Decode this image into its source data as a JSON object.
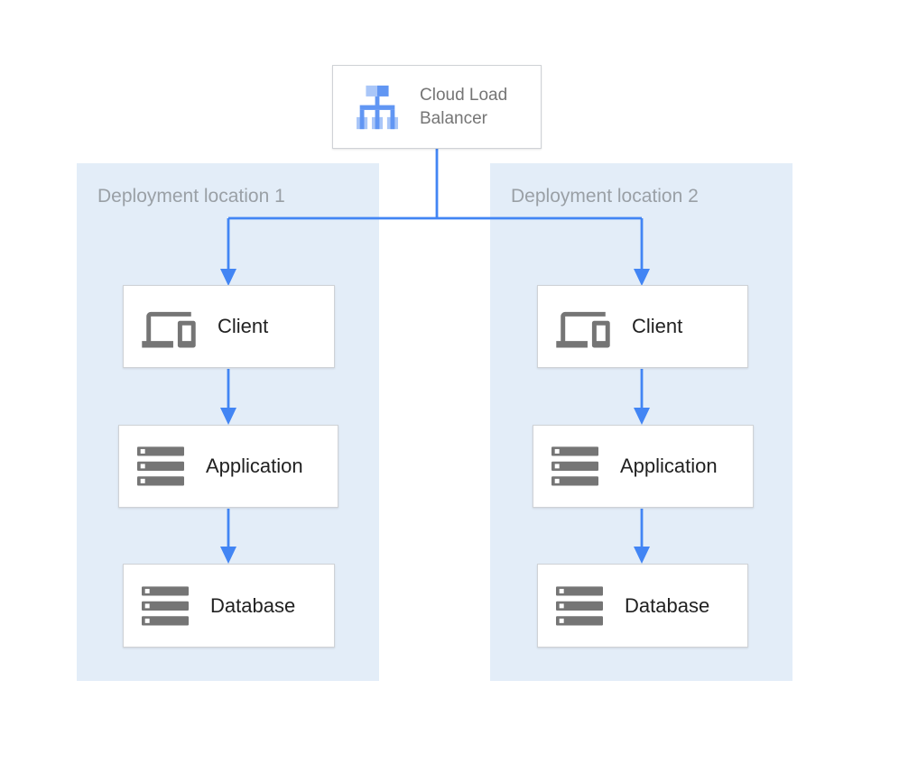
{
  "diagram": {
    "load_balancer": {
      "label": "Cloud Load Balancer"
    },
    "locations": [
      {
        "label": "Deployment location 1",
        "nodes": [
          {
            "label": "Client"
          },
          {
            "label": "Application"
          },
          {
            "label": "Database"
          }
        ]
      },
      {
        "label": "Deployment location 2",
        "nodes": [
          {
            "label": "Client"
          },
          {
            "label": "Application"
          },
          {
            "label": "Database"
          }
        ]
      }
    ],
    "icons": {
      "load_balancer": "load-balancer-icon",
      "client": "devices-icon",
      "application": "server-stack-icon",
      "database": "server-stack-icon"
    },
    "colors": {
      "panel_background": "#e3edf8",
      "connector_blue": "#4285f4",
      "icon_gray": "#757575",
      "node_border": "#cfd2d6",
      "node_text": "#212121",
      "panel_label_text": "#9aa0a6",
      "lb_text": "#757575",
      "lb_icon_light": "#a9c6f8",
      "lb_icon_medium": "#6196f3"
    }
  }
}
